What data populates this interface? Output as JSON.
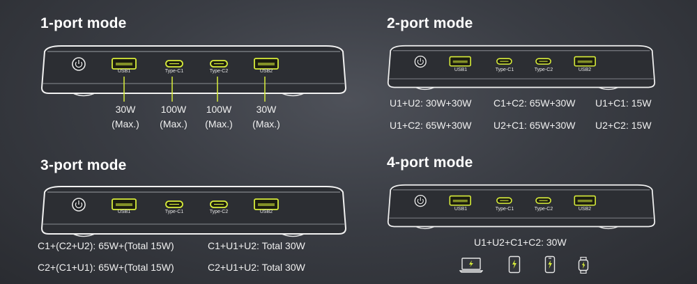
{
  "modes": [
    {
      "id": "one",
      "title": "1-port mode",
      "ports": [
        "USB1",
        "Type-C1",
        "Type-C2",
        "USB2"
      ],
      "outputs": [
        {
          "watt": "30W",
          "note": "(Max.)"
        },
        {
          "watt": "100W",
          "note": "(Max.)"
        },
        {
          "watt": "100W",
          "note": "(Max.)"
        },
        {
          "watt": "30W",
          "note": "(Max.)"
        }
      ]
    },
    {
      "id": "two",
      "title": "2-port mode",
      "ports": [
        "USB1",
        "Type-C1",
        "Type-C2",
        "USB2"
      ],
      "combos": [
        "U1+U2: 30W+30W",
        "C1+C2: 65W+30W",
        "U1+C1: 15W",
        "U1+C2: 65W+30W",
        "U2+C1: 65W+30W",
        "U2+C2: 15W"
      ]
    },
    {
      "id": "three",
      "title": "3-port mode",
      "ports": [
        "USB1",
        "Type-C1",
        "Type-C2",
        "USB2"
      ],
      "combos": [
        "C1+(C2+U2): 65W+(Total 15W)",
        "C1+U1+U2: Total 30W",
        "C2+(C1+U1): 65W+(Total 15W)",
        "C2+U1+U2: Total 30W"
      ]
    },
    {
      "id": "four",
      "title": "4-port mode",
      "ports": [
        "USB1",
        "Type-C1",
        "Type-C2",
        "USB2"
      ],
      "combos": [
        "U1+U2+C1+C2: 30W"
      ],
      "devices": [
        "laptop-icon",
        "tablet-icon",
        "phone-icon",
        "smartwatch-icon"
      ]
    }
  ],
  "colors": {
    "accent": "#d9ee3a",
    "outline": "#f2f2f2"
  }
}
